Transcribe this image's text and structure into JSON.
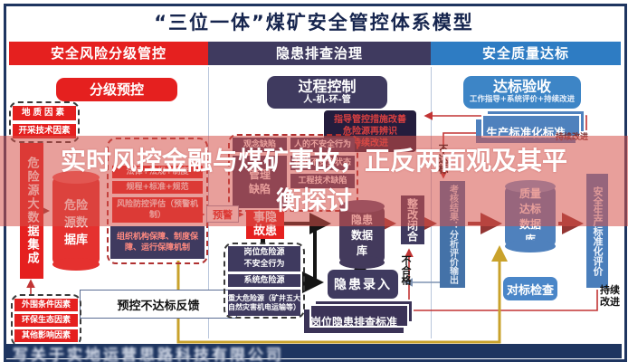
{
  "title": "“三位一体”煤矿安全管控体系模型",
  "overlay": {
    "lines": [
      "实时风控金融与煤矿事故，正反两面观及其平",
      "衡探讨"
    ]
  },
  "watermark": "写关于实地运营思路科技有限公司",
  "columns": {
    "risk": {
      "header": "安全风险分级管控",
      "tab": "分级预控",
      "factors_top": [
        "地质因素",
        "开采技术因素"
      ],
      "bigdata_bar": "危险源大数据集成",
      "cylinder": "危险源数据库",
      "measures": [
        "法律+法规+制度",
        "规程+标准+规范",
        "风险防控评估（预警机制）",
        "组织机构保障、制度保障、运行保障机制"
      ],
      "feedback": "预控不达标反馈",
      "factors_bottom": [
        "外围条件因素",
        "环保生态因素",
        "其他影响因素"
      ]
    },
    "hazard": {
      "header": "隐患排查治理",
      "tab": "过程控制",
      "tab_sub": "人-机-环-管",
      "note_lines": [
        "指导管控措施改善",
        "危险源再辨识",
        "持续改进"
      ],
      "defects": [
        "观念缺陷",
        "人的不安全行为",
        "管理缺陷",
        "物的不安全状态",
        "工程技术缺陷"
      ],
      "alert": "预警",
      "accident_label": "事故隐患",
      "accident_display": "事隐故患",
      "sources": [
        "岗位危险源不安全行为",
        "系统危险源",
        "重大危险源（矿井五大自然灾害机电运输等）"
      ],
      "cylinder": "隐患数据库",
      "entry": "隐患录入",
      "standard": "岗位隐患排查标准",
      "rectify": "整改闭合",
      "fail": "不合格"
    },
    "quality": {
      "header": "安全质量达标",
      "tab": "达标验收",
      "tab_sub": "工作指导+系统评价+持续改进",
      "standard_stack": "生产标准化标准",
      "fail": "不达标",
      "assess_bar": "考核结果：分析评价输出",
      "cylinder": "质量达标数据库",
      "check": "对标检查",
      "eval_bar": "安全生产标准化评价",
      "improve_top": "持续改进",
      "improve_bottom": "持续改进"
    }
  },
  "colors": {
    "accent_red": "#e5201f",
    "accent_purple": "#3f3a5f",
    "accent_blue": "#2e7cc3",
    "frame_navy": "#1e3560",
    "gold_line": "#c9a22b"
  }
}
